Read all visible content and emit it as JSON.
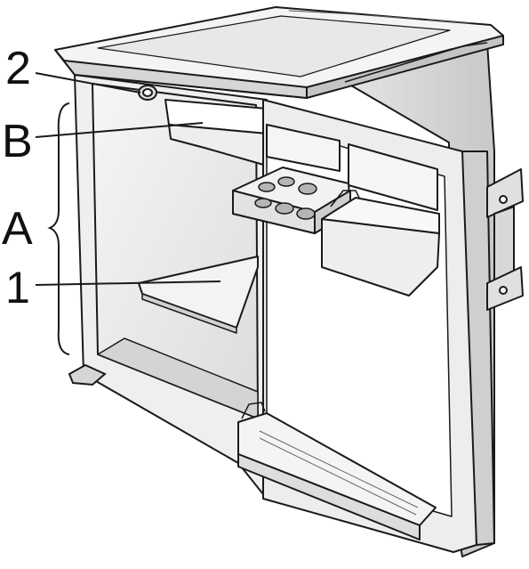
{
  "diagram": {
    "labels": {
      "label_2": "2",
      "label_b": "B",
      "label_a": "A",
      "label_1": "1"
    },
    "colors": {
      "line": "#1a1a1a",
      "body_light": "#f2f2f2",
      "body_mid": "#dcdcdc",
      "body_dark": "#b8b8b8",
      "interior": "#e6e6e6"
    }
  }
}
